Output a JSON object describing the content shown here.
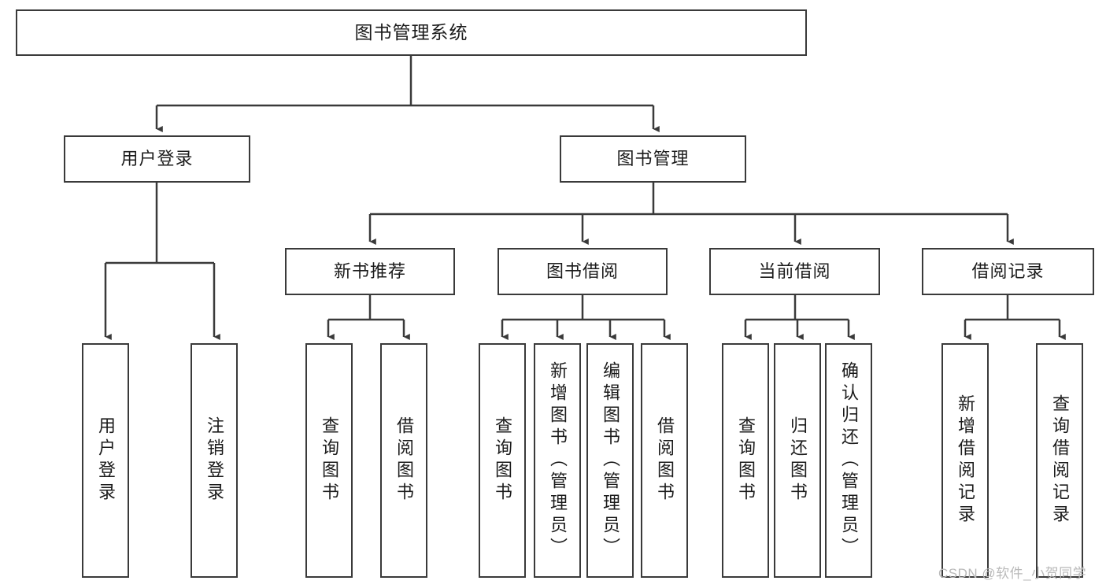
{
  "diagram": {
    "type": "hierarchy-tree",
    "title": "图书管理系统",
    "watermark": "CSDN @软件_小贺同学",
    "colors": {
      "stroke": "#3a3a3a",
      "fill": "#ffffff",
      "text": "#1b1b1b",
      "watermark": "#b9b9b9"
    },
    "nodes": {
      "root": {
        "label": "图书管理系统",
        "level": 0
      },
      "level1": [
        {
          "id": "user-login",
          "label": "用户登录"
        },
        {
          "id": "book-management",
          "label": "图书管理"
        }
      ],
      "level2": [
        {
          "id": "new-book-recommend",
          "label": "新书推荐",
          "parent": "book-management"
        },
        {
          "id": "book-borrow",
          "label": "图书借阅",
          "parent": "book-management"
        },
        {
          "id": "current-borrow",
          "label": "当前借阅",
          "parent": "book-management"
        },
        {
          "id": "borrow-record",
          "label": "借阅记录",
          "parent": "book-management"
        }
      ],
      "leaves": [
        {
          "id": "leaf-user-login",
          "label": "用户登录",
          "parent": "user-login"
        },
        {
          "id": "leaf-logout-login",
          "label": "注销登录",
          "parent": "user-login"
        },
        {
          "id": "leaf-query-book-1",
          "label": "查询图书",
          "parent": "new-book-recommend"
        },
        {
          "id": "leaf-borrow-book-1",
          "label": "借阅图书",
          "parent": "new-book-recommend"
        },
        {
          "id": "leaf-query-book-2",
          "label": "查询图书",
          "parent": "book-borrow"
        },
        {
          "id": "leaf-add-book",
          "label": "新增图书（管理员）",
          "parent": "book-borrow"
        },
        {
          "id": "leaf-edit-book",
          "label": "编辑图书（管理员）",
          "parent": "book-borrow"
        },
        {
          "id": "leaf-borrow-book-2",
          "label": "借阅图书",
          "parent": "book-borrow"
        },
        {
          "id": "leaf-query-book-3",
          "label": "查询图书",
          "parent": "current-borrow"
        },
        {
          "id": "leaf-return-book",
          "label": "归还图书",
          "parent": "current-borrow"
        },
        {
          "id": "leaf-confirm-return",
          "label": "确认归还（管理员）",
          "parent": "current-borrow"
        },
        {
          "id": "leaf-add-record",
          "label": "新增借阅记录",
          "parent": "borrow-record"
        },
        {
          "id": "leaf-query-record",
          "label": "查询借阅记录",
          "parent": "borrow-record"
        }
      ]
    }
  }
}
